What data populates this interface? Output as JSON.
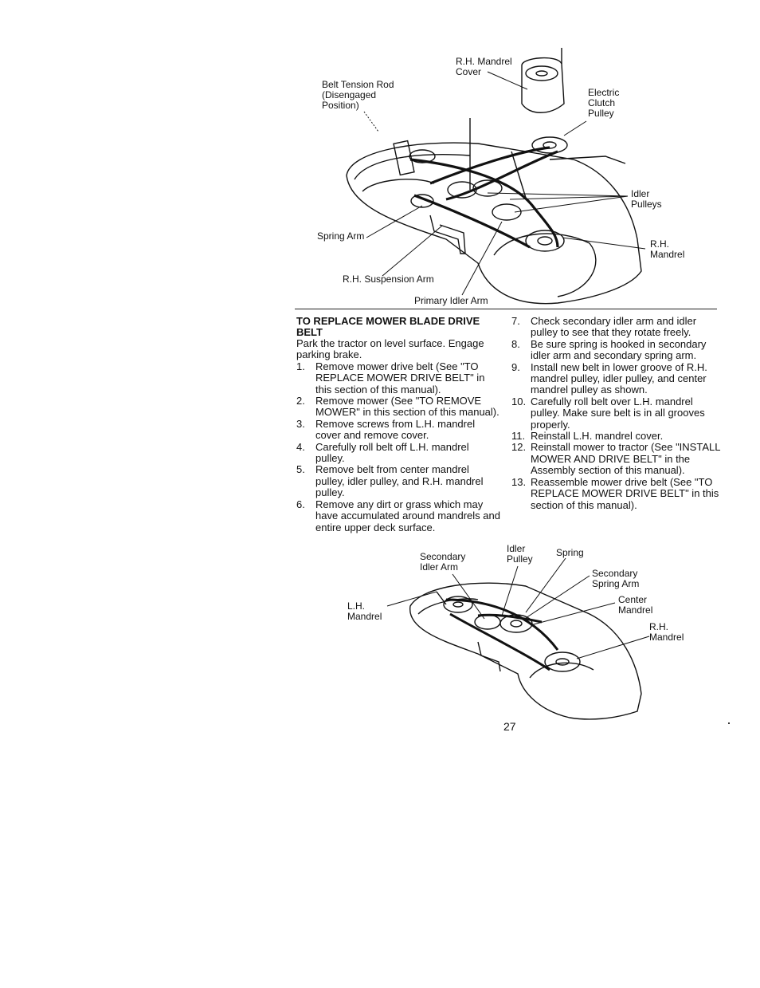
{
  "figure_top": {
    "labels": {
      "mandrel_cover": "R.H. Mandrel\nCover",
      "belt_tension_rod": "Belt Tension Rod\n(Disengaged\nPosition)",
      "electric_clutch": "Electric\nClutch\nPulley",
      "idler_pulleys": "Idler\nPulleys",
      "spring_arm": "Spring Arm",
      "rh_mandrel": "R.H.\nMandrel",
      "rh_suspension_arm": "R.H. Suspension Arm",
      "primary_idler_arm": "Primary Idler Arm"
    }
  },
  "section": {
    "heading": "TO REPLACE MOWER BLADE DRIVE BELT",
    "intro": "Park the tractor on level surface. Engage parking brake.",
    "steps_left": [
      {
        "n": "1.",
        "text": "Remove mower drive belt (See \"TO REPLACE MOWER DRIVE BELT\" in this section of this manual)."
      },
      {
        "n": "2.",
        "text": "Remove mower (See \"TO REMOVE MOWER\" in this section of this manual)."
      },
      {
        "n": "3.",
        "text": "Remove screws from L.H. mandrel cover and remove cover."
      },
      {
        "n": "4.",
        "text": "Carefully roll belt off L.H. mandrel pulley."
      },
      {
        "n": "5.",
        "text": "Remove belt from center mandrel pulley, idler pulley, and R.H. mandrel pulley."
      },
      {
        "n": "6.",
        "text": "Remove any dirt or grass which may have accumulated around mandrels and entire upper deck surface."
      }
    ],
    "steps_right": [
      {
        "n": "7.",
        "text": "Check secondary idler arm and idler pulley to see that they rotate freely."
      },
      {
        "n": "8.",
        "text": "Be sure spring is hooked in secondary idler arm and secondary spring arm."
      },
      {
        "n": "9.",
        "text": "Install new belt in lower groove of R.H. mandrel pulley, idler pulley, and center mandrel pulley as shown."
      },
      {
        "n": "10.",
        "text": "Carefully roll belt over L.H. mandrel pulley. Make sure belt is in all grooves properly."
      },
      {
        "n": "11.",
        "text": "Reinstall L.H. mandrel cover."
      },
      {
        "n": "12.",
        "text": "Reinstall mower to tractor (See \"INSTALL MOWER AND DRIVE BELT\" in the Assembly section of this manual)."
      },
      {
        "n": "13.",
        "text": "Reassemble mower drive belt (See \"TO REPLACE MOWER DRIVE BELT\" in this section of this manual)."
      }
    ]
  },
  "figure_bottom": {
    "labels": {
      "secondary_idler_arm": "Secondary\nIdler Arm",
      "idler_pulley": "Idler\nPulley",
      "spring": "Spring",
      "secondary_spring_arm": "Secondary\nSpring Arm",
      "center_mandrel": "Center\nMandrel",
      "lh_mandrel": "L.H.\nMandrel",
      "rh_mandrel": "R.H.\nMandrel"
    }
  },
  "page_number": "27"
}
